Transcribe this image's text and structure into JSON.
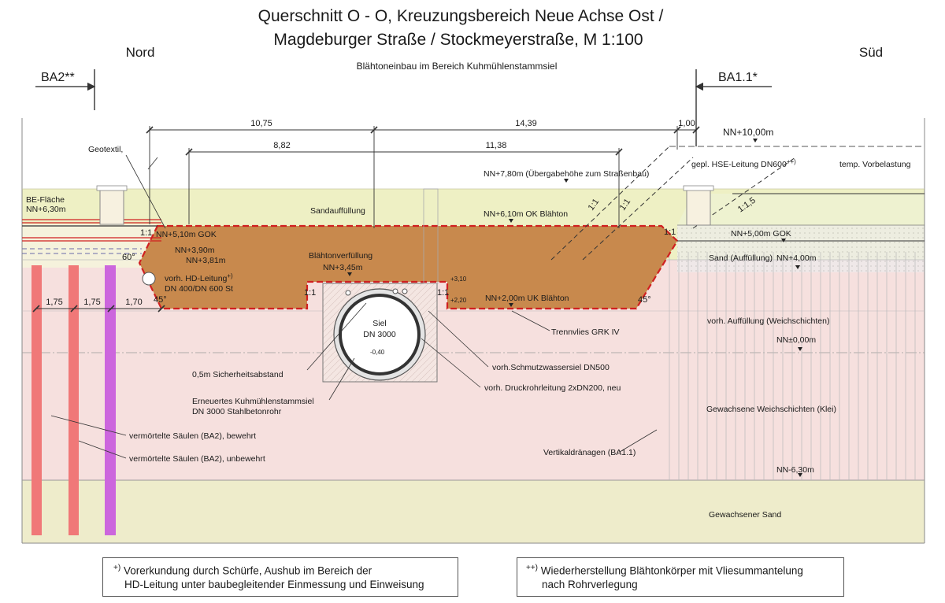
{
  "title": {
    "line1": "Querschnitt O - O, Kreuzungsbereich Neue Achse Ost /",
    "line2": "Magdeburger Straße / Stockmeyerstraße,   M 1:100",
    "subtitle": "Blähtoneinbau im Bereich Kuhmühlenstammsiel"
  },
  "directions": {
    "north": "Nord",
    "south": "Süd"
  },
  "sections": {
    "left": "BA2**",
    "right": "BA1.1*"
  },
  "dimensions": {
    "d1075": "10,75",
    "d1439": "14,39",
    "d100": "1,00",
    "d882": "8,82",
    "d1138": "11,38",
    "d175a": "1,75",
    "d175b": "1,75",
    "d170": "1,70"
  },
  "levels": {
    "nn1000": "NN+10,00m",
    "nn780": "NN+7,80m (Übergabehöhe zum Straßenbau)",
    "nn610": "NN+6,10m OK Blähton",
    "be_flaeche": "BE-Fläche",
    "nn630": "NN+6,30m",
    "nn510": "NN+5,10m GOK",
    "nn390": "NN+3,90m",
    "nn381": "NN+3,81m",
    "nn345": "NN+3,45m",
    "nn500": "NN+5,00m GOK",
    "nn400": "NN+4,00m",
    "nn200": "NN+2,00m UK Blähton",
    "nn000": "NN±0,00m",
    "nnm630": "NN-6,30m"
  },
  "labels": {
    "geotextil": "Geotextil,",
    "sandauffuellung": "Sandauffüllung",
    "blaehtonverfuellung": "Blähtonverfüllung",
    "hd_leitung_a": "vorh. HD-Leitung",
    "hd_leitung_mark": "+)",
    "hd_leitung_b": "DN 400/DN 600 St",
    "hse_leitung": "gepl. HSE-Leitung DN600",
    "hse_mark": "++)",
    "vorbelastung": "temp. Vorbelastung",
    "sand_auff": "Sand (Auffüllung)",
    "vorh_auff": "vorh. Auffüllung (Weichschichten)",
    "trennvlies": "Trennvlies GRK IV",
    "siel": "Siel",
    "siel_dn": "DN 3000",
    "sicherheit": "0,5m Sicherheitsabstand",
    "erneuert_a": "Erneuertes Kuhmühlenstammsiel",
    "erneuert_b": "DN 3000 Stahlbetonrohr",
    "schmutz": "vorh.Schmutzwassersiel DN500",
    "druckrohr": "vorh. Druckrohrleitung 2xDN200, neu",
    "weichschichten": "Gewachsene Weichschichten (Klei)",
    "vertikal": "Vertikaldränagen (BA1.1)",
    "saeulen_bew": "vermörtelte Säulen (BA2), bewehrt",
    "saeulen_unbew": "vermörtelte Säulen (BA2), unbewehrt",
    "sand": "Gewachsener Sand",
    "slope1": "1:1",
    "slope15": "1:1,5",
    "angle60": "60°",
    "angle45a": "45°",
    "angle45b": "45°",
    "m040": "-0,40",
    "p310": "+3,10",
    "p220": "+2,20"
  },
  "notes": {
    "left_mark": "+)",
    "left_l1": "Vorerkundung durch Schürfe, Aushub im Bereich der",
    "left_l2": "HD-Leitung unter baubegleitender Einmessung und Einweisung",
    "right_mark": "++)",
    "right_l1": "Wiederherstellung Blähtonkörper mit Vliesummantelung",
    "right_l2": "nach Rohrverlegung"
  },
  "colors": {
    "sand_fill": "#eef0c4",
    "soft_fill": "#f6dede",
    "base_sand": "#eeeccb",
    "clay_fill": "#c8894d",
    "red_line": "#d02020",
    "pile_red": "#f07878",
    "pile_violet": "#cc66dd"
  }
}
